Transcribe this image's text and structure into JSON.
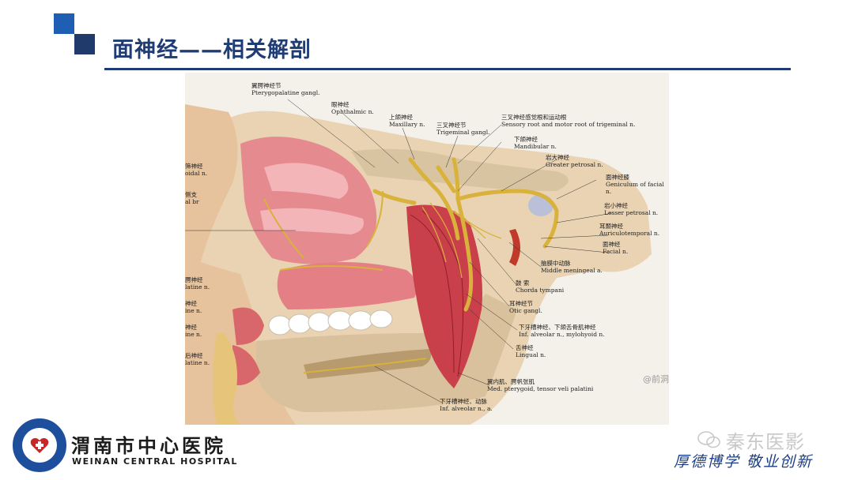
{
  "slide": {
    "title": "面神经——相关解剖"
  },
  "figure": {
    "labels": [
      {
        "zh": "翼腭神经节",
        "en": "Pterygopalatine gangl."
      },
      {
        "zh": "眼神经",
        "en": "Ophthalmic n."
      },
      {
        "zh": "上颌神经",
        "en": "Maxillary n."
      },
      {
        "zh": "三叉神经节",
        "en": "Trigeminal gangl."
      },
      {
        "zh": "三叉神经感觉根和运动根",
        "en": "Sensory root and motor root of trigeminal n."
      },
      {
        "zh": "下颌神经",
        "en": "Mandibular n."
      },
      {
        "zh": "岩大神经",
        "en": "Greater petrosal n."
      },
      {
        "zh": "面神经膝",
        "en": "Geniculum of facial n."
      },
      {
        "zh": "岩小神经",
        "en": "Lesser petrosal n."
      },
      {
        "zh": "耳颞神经",
        "en": "Auriculotemporal n."
      },
      {
        "zh": "面神经",
        "en": "Facial n."
      },
      {
        "zh": "脑膜中动脉",
        "en": "Middle meningeal a."
      },
      {
        "zh": "鼓 索",
        "en": "Chorda tympani"
      },
      {
        "zh": "耳神经节",
        "en": "Otic gangl."
      },
      {
        "zh": "下牙槽神经、下颌舌骨肌神经",
        "en": "Inf. alveolar n., mylohyoid n."
      },
      {
        "zh": "舌神经",
        "en": "Lingual n."
      },
      {
        "zh": "翼内肌、腭帆张肌",
        "en": "Med. pterygoid, tensor veli palatini"
      },
      {
        "zh": "下牙槽神经、动脉",
        "en": "Inf. alveolar n., a."
      }
    ],
    "left_cropped_labels": [
      {
        "zh": "筛神经",
        "en": "oidal n."
      },
      {
        "zh": "侧支",
        "en": "al br"
      },
      {
        "zh": "腭神经",
        "en": "latine n."
      },
      {
        "zh": "神经",
        "en": "ine n."
      },
      {
        "zh": "神经",
        "en": "ine n."
      },
      {
        "zh": "后神经",
        "en": "latine n."
      }
    ],
    "watermark": "@前洞"
  },
  "footer": {
    "hospital_cn": "渭南市中心医院",
    "hospital_en": "WEINAN CENTRAL HOSPITAL",
    "wechat_watermark": "秦东医影",
    "motto": "厚德博学 敬业创新"
  },
  "colors": {
    "title": "#1f3d74",
    "accent_square": "#1e5fb4",
    "dark_square": "#1f3a6b",
    "logo": "#1d4f9c",
    "motto": "#1b3f86"
  }
}
